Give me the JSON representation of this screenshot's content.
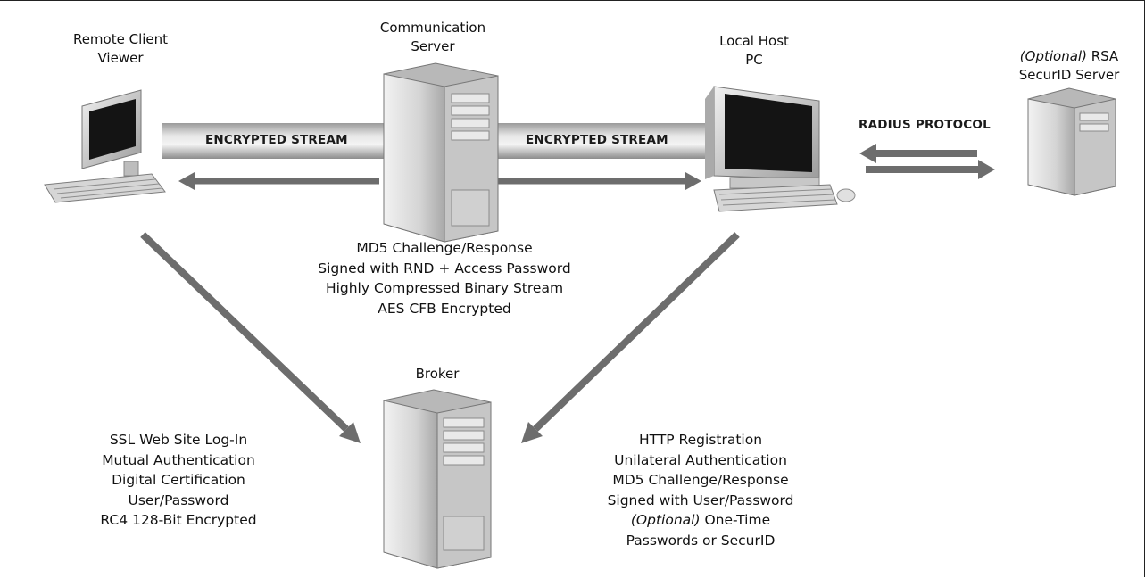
{
  "nodes": {
    "remote_client": {
      "line1": "Remote Client",
      "line2": "Viewer"
    },
    "comm_server": {
      "line1": "Communication",
      "line2": "Server"
    },
    "local_host": {
      "line1": "Local Host",
      "line2": "PC"
    },
    "rsa_server": {
      "optional_prefix": "(Optional)",
      "line1_rest": " RSA",
      "line2": "SecurID Server"
    },
    "broker": {
      "label": "Broker"
    }
  },
  "streams": {
    "left": "ENCRYPTED STREAM",
    "right": "ENCRYPTED STREAM",
    "radius": "RADIUS PROTOCOL"
  },
  "center_block": [
    "MD5 Challenge/Response",
    "Signed with RND + Access Password",
    "Highly Compressed Binary Stream",
    "AES CFB Encrypted"
  ],
  "left_block": [
    "SSL Web Site Log-In",
    "Mutual Authentication",
    "Digital Certification",
    "User/Password",
    "RC4 128-Bit Encrypted"
  ],
  "right_block": {
    "lines": [
      "HTTP Registration",
      "Unilateral Authentication",
      "MD5 Challenge/Response",
      "Signed with User/Password"
    ],
    "optional_prefix": "(Optional)",
    "optional_rest": " One-Time",
    "last": "Passwords or SecurID"
  },
  "colors": {
    "arrow": "#6d6d6d",
    "tube": "#c9c9c9",
    "tower": "#d8d8d8",
    "screen": "#141414"
  }
}
